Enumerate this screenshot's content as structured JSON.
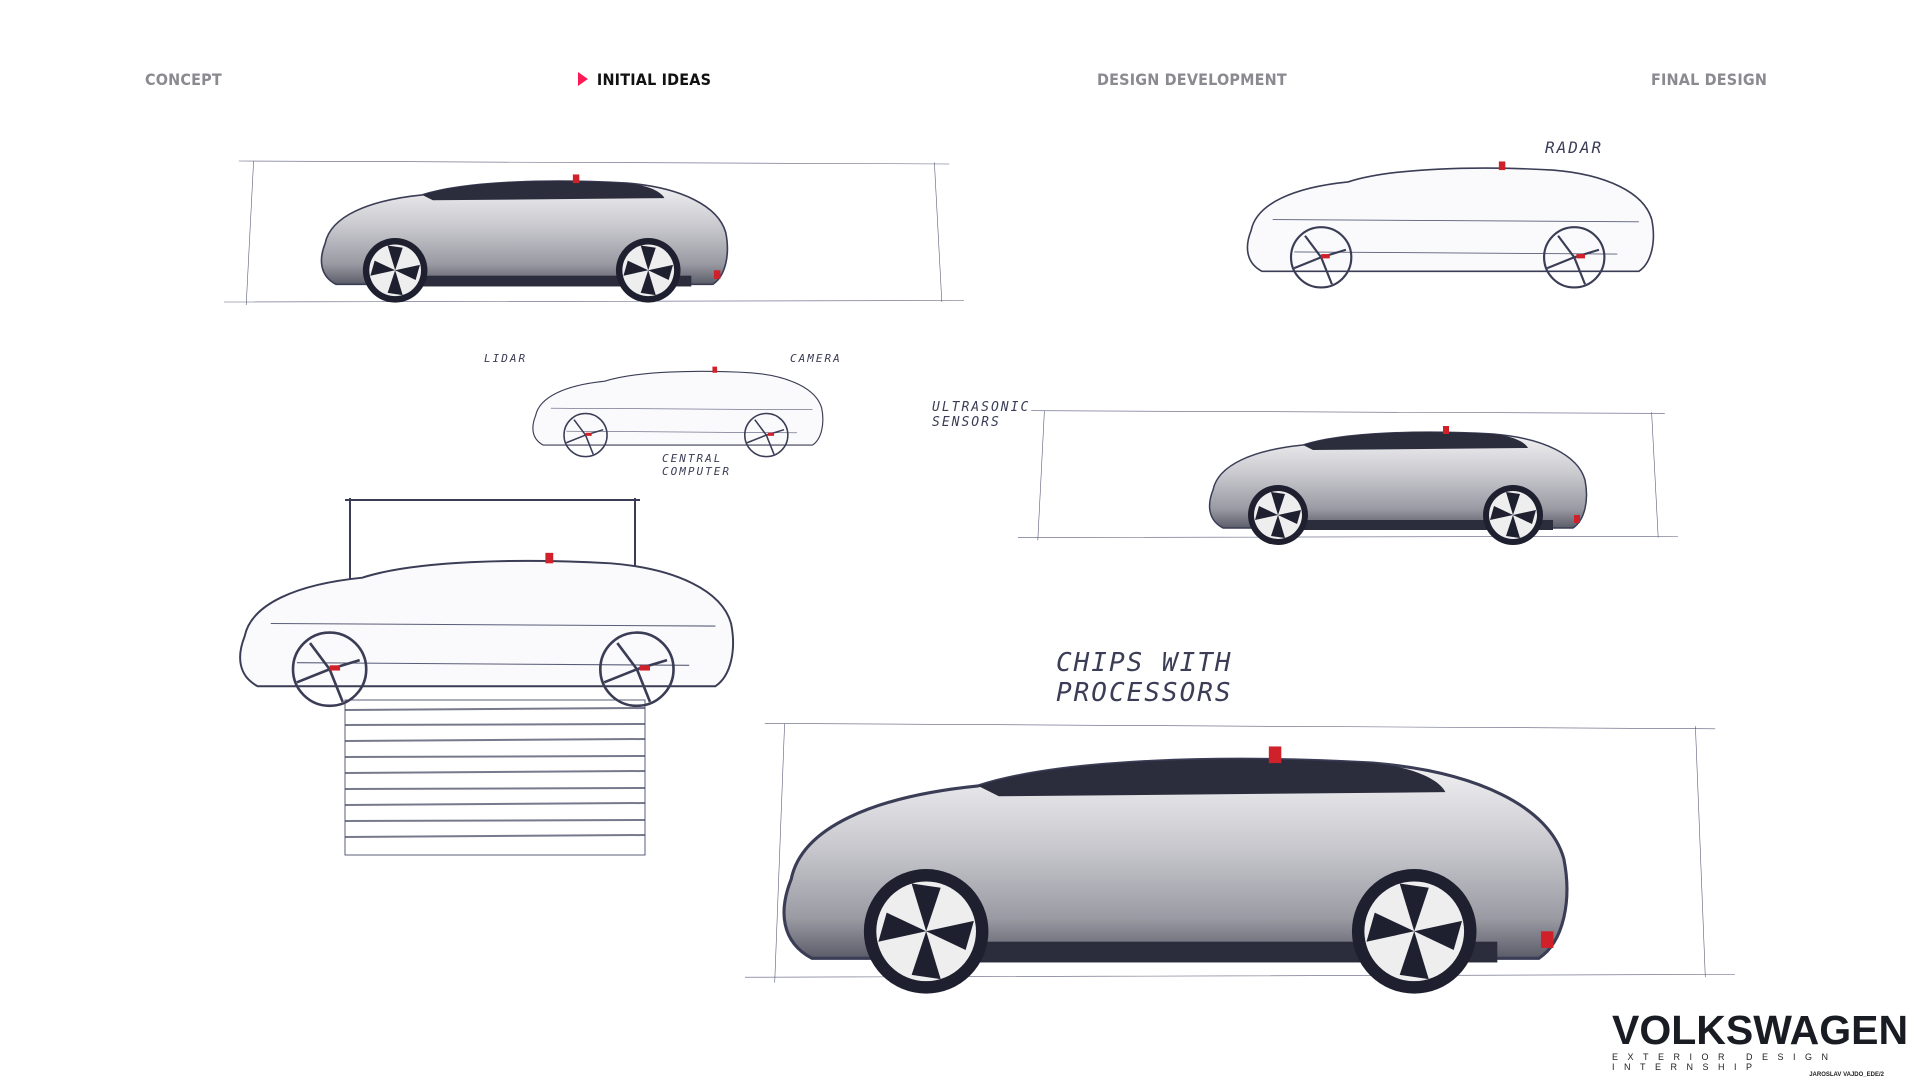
{
  "navigation": {
    "steps": [
      {
        "label": "CONCEPT",
        "active": false
      },
      {
        "label": "INITIAL IDEAS",
        "active": true
      },
      {
        "label": "DESIGN DEVELOPMENT",
        "active": false
      },
      {
        "label": "FINAL DESIGN",
        "active": false
      }
    ],
    "active_marker_color": "#ff1a55"
  },
  "annotations": {
    "radar": "RADAR",
    "lidar": "LIDAR",
    "camera": "CAMERA",
    "central_computer": "CENTRAL COMPUTER",
    "ultrasonic_sensors": "ULTRASONIC SENSORS",
    "chips_with_processors": "CHIPS WITH PROCESSORS"
  },
  "branding": {
    "logo": "VOLKSWAGEN",
    "subtitle": "EXTERIOR DESIGN INTERNSHIP",
    "author": "JAROSLAV VAJDO_EDE/2"
  },
  "colors": {
    "sketch_ink": "#3a3d55",
    "body_silver": "#c9c9cf",
    "glass_dark": "#2b2d3d",
    "accent_red": "#d0202a"
  }
}
